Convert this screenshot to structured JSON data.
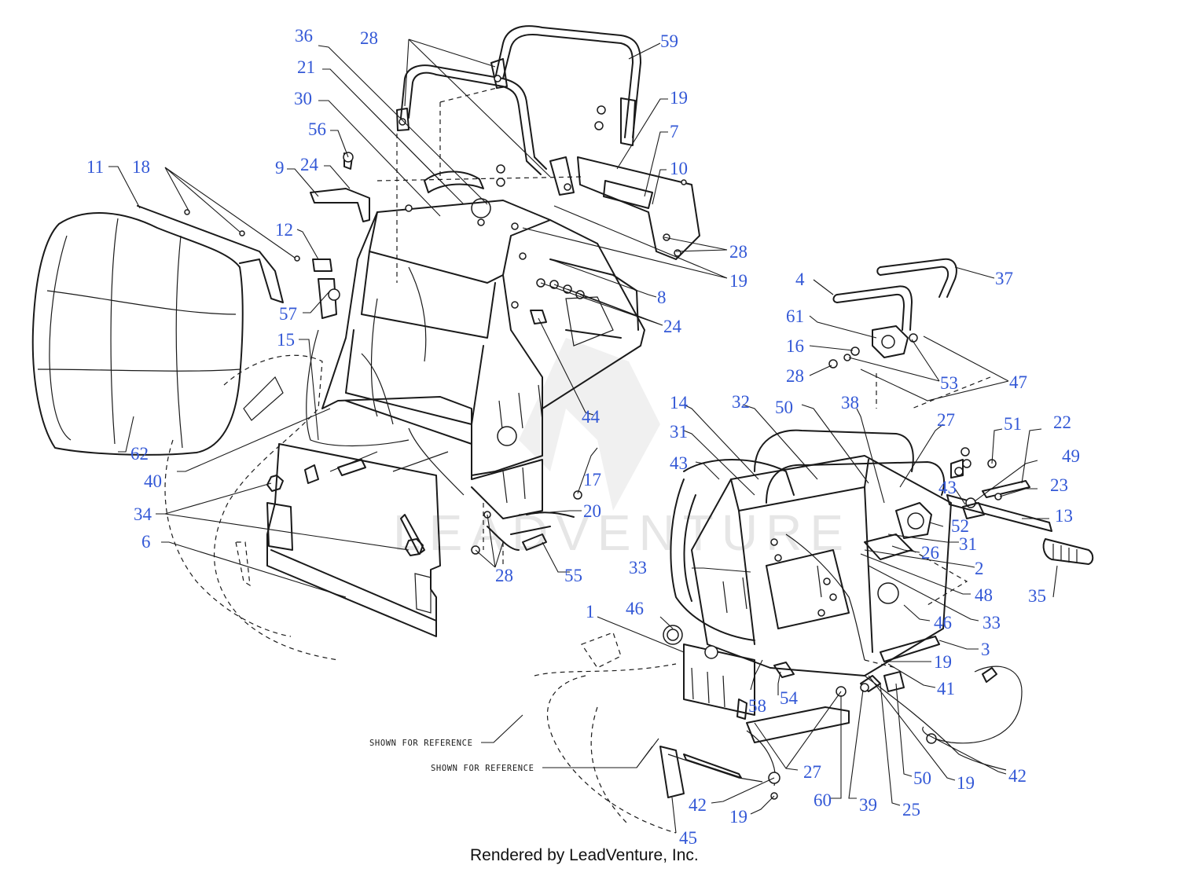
{
  "diagram": {
    "footer_text": "Rendered by LeadVenture, Inc.",
    "watermark_text": "LEADVENTURE",
    "reference_note": "SHOWN FOR REFERENCE",
    "callout_color": "#3358d6",
    "line_color": "#1a1a1a"
  },
  "callouts": [
    "36",
    "28",
    "59",
    "21",
    "30",
    "19",
    "56",
    "7",
    "24",
    "9",
    "10",
    "11",
    "18",
    "12",
    "28",
    "19",
    "57",
    "8",
    "4",
    "37",
    "24",
    "15",
    "61",
    "16",
    "53",
    "47",
    "28",
    "44",
    "14",
    "32",
    "50",
    "38",
    "27",
    "51",
    "22",
    "31",
    "43",
    "49",
    "23",
    "43",
    "13",
    "62",
    "40",
    "17",
    "20",
    "52",
    "31",
    "34",
    "26",
    "2",
    "6",
    "28",
    "55",
    "33",
    "48",
    "35",
    "46",
    "46",
    "33",
    "1",
    "3",
    "19",
    "41",
    "58",
    "54",
    "27",
    "50",
    "19",
    "42",
    "42",
    "60",
    "39",
    "25",
    "19",
    "45"
  ]
}
